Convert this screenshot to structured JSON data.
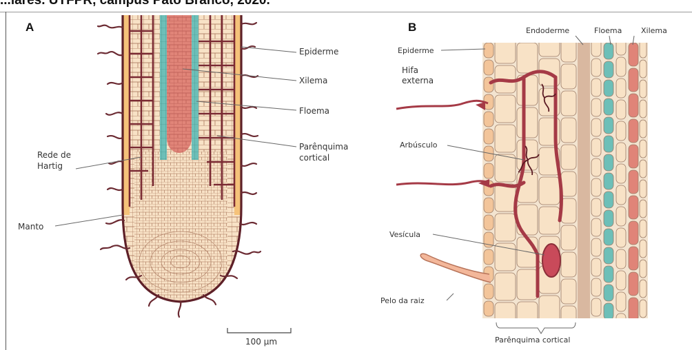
{
  "header_text": "...iares. UTFPR, campus Pato Branco, 2020.",
  "panels": {
    "a": {
      "letter": "A",
      "labels": {
        "epiderme": "Epiderme",
        "xilema": "Xilema",
        "floema": "Floema",
        "parenquima_l1": "Parênquima",
        "parenquima_l2": "cortical",
        "rede_l1": "Rede de",
        "rede_l2": "Hartig",
        "manto": "Manto"
      },
      "scale_label": "100 μm"
    },
    "b": {
      "letter": "B",
      "labels": {
        "endoderme": "Endoderme",
        "floema": "Floema",
        "xilema": "Xilema",
        "epiderme": "Epiderme",
        "hifa_l1": "Hifa",
        "hifa_l2": "externa",
        "arbusculo": "Arbúsculo",
        "vesicula": "Vesícula",
        "pelo": "Pelo da raiz",
        "parenquima": "Parênquima cortical"
      }
    }
  },
  "colors": {
    "cell_fill": "#f8e2c6",
    "cell_wall": "#7a2a33",
    "fungus": "#8c2f3a",
    "xylem": "#e08478",
    "phloem": "#6dbfb8",
    "epidermis": "#f5c27a",
    "vesicle": "#c94a5a"
  }
}
